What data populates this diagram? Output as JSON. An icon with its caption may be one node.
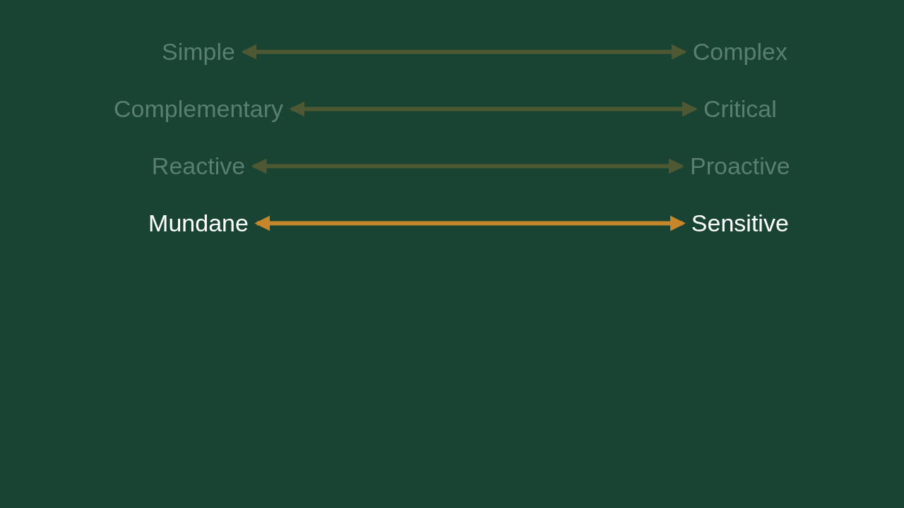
{
  "diagram": {
    "nodes": [
      {
        "text": [
          "Simple"
        ]
      },
      {
        "text": [
          "Complex"
        ]
      },
      {
        "text": [
          "Complementary"
        ]
      },
      {
        "text": [
          "Critical"
        ]
      },
      {
        "text": [
          "Reactive"
        ]
      },
      {
        "text": [
          "Proactive"
        ]
      },
      {
        "text": [
          "Mundane"
        ]
      },
      {
        "text": [
          "Sensitive"
        ]
      }
    ],
    "edges": [
      {
        "from": 0,
        "to": 1,
        "arrow": "both"
      },
      {
        "from": 2,
        "to": 3,
        "arrow": "both"
      },
      {
        "from": 4,
        "to": 5,
        "arrow": "both"
      },
      {
        "from": 6,
        "to": 7,
        "arrow": "both",
        "color": "#c6872c"
      }
    ]
  }
}
